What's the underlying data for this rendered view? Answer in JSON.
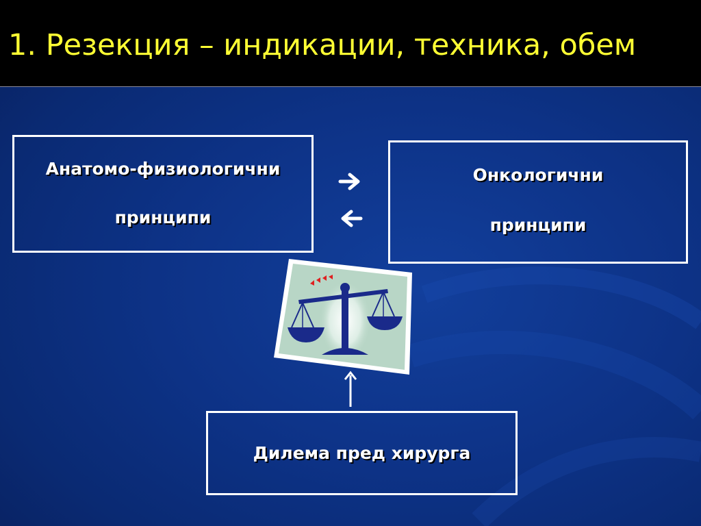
{
  "slide": {
    "title": "1. Резекция – индикации, техника, обем"
  },
  "diagram": {
    "left_box": {
      "line1": "Анатомо-физиологични",
      "line2": "принципи"
    },
    "right_box": {
      "line1": "Онкологични",
      "line2": "принципи"
    },
    "bottom_box": {
      "label": "Дилема пред хирурга"
    },
    "icons": {
      "balance": "balance-scale-icon",
      "arrow_right": "arrow-right-icon",
      "arrow_left": "arrow-left-icon",
      "arrow_up": "arrow-up-icon"
    }
  },
  "colors": {
    "background": "#0d3286",
    "title_bar": "#000000",
    "title_text": "#ffff33",
    "box_border": "#ffffff",
    "card_fill": "#b8d6c6",
    "scale_color": "#1a2a8a",
    "accent_red": "#e02020"
  }
}
